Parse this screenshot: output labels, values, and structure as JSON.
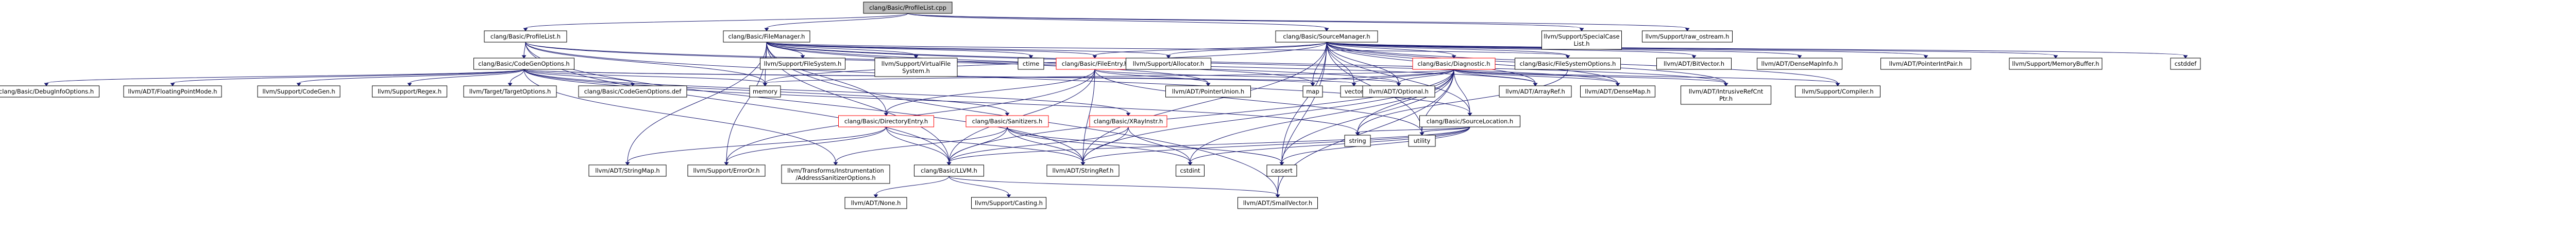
{
  "graph": {
    "colors": {
      "edge": "#191970",
      "root_fill": "#bfbfbf",
      "node_fill": "#ffffff",
      "node_border": "#000000",
      "transitive_border": "#ff0000"
    },
    "nodes": [
      {
        "id": "root",
        "label": [
          "clang/Basic/ProfileList.cpp"
        ],
        "kind": "root"
      },
      {
        "id": "profilelist_h",
        "label": [
          "clang/Basic/ProfileList.h"
        ]
      },
      {
        "id": "filemanager",
        "label": [
          "clang/Basic/FileManager.h"
        ]
      },
      {
        "id": "sourcemanager",
        "label": [
          "clang/Basic/SourceManager.h"
        ]
      },
      {
        "id": "speccaselist",
        "label": [
          "llvm/Support/SpecialCase",
          "List.h"
        ]
      },
      {
        "id": "rawostream",
        "label": [
          "llvm/Support/raw_ostream.h"
        ]
      },
      {
        "id": "codegenopts",
        "label": [
          "clang/Basic/CodeGenOptions.h"
        ]
      },
      {
        "id": "fsystem",
        "label": [
          "llvm/Support/FileSystem.h"
        ]
      },
      {
        "id": "vfs",
        "label": [
          "llvm/Support/VirtualFile",
          "System.h"
        ]
      },
      {
        "id": "ctime",
        "label": [
          "ctime"
        ]
      },
      {
        "id": "fileentry",
        "label": [
          "clang/Basic/FileEntry.h"
        ],
        "kind": "transitive"
      },
      {
        "id": "allocator",
        "label": [
          "llvm/Support/Allocator.h"
        ]
      },
      {
        "id": "diagnostic",
        "label": [
          "clang/Basic/Diagnostic.h"
        ],
        "kind": "transitive"
      },
      {
        "id": "fsoptions",
        "label": [
          "clang/Basic/FileSystemOptions.h"
        ]
      },
      {
        "id": "bitvector",
        "label": [
          "llvm/ADT/BitVector.h"
        ]
      },
      {
        "id": "densemapinfo",
        "label": [
          "llvm/ADT/DenseMapInfo.h"
        ]
      },
      {
        "id": "pointerintpair",
        "label": [
          "llvm/ADT/PointerIntPair.h"
        ]
      },
      {
        "id": "memorybuffer",
        "label": [
          "llvm/Support/MemoryBuffer.h"
        ]
      },
      {
        "id": "cstddef",
        "label": [
          "cstddef"
        ]
      },
      {
        "id": "debuginfo",
        "label": [
          "clang/Basic/DebugInfoOptions.h"
        ]
      },
      {
        "id": "floatmode",
        "label": [
          "llvm/ADT/FloatingPointMode.h"
        ]
      },
      {
        "id": "codegen",
        "label": [
          "llvm/Support/CodeGen.h"
        ]
      },
      {
        "id": "regex",
        "label": [
          "llvm/Support/Regex.h"
        ]
      },
      {
        "id": "targetoptions",
        "label": [
          "llvm/Target/TargetOptions.h"
        ]
      },
      {
        "id": "codegendef",
        "label": [
          "clang/Basic/CodeGenOptions.def"
        ]
      },
      {
        "id": "memory",
        "label": [
          "memory"
        ]
      },
      {
        "id": "direntry",
        "label": [
          "clang/Basic/DirectoryEntry.h"
        ],
        "kind": "transitive"
      },
      {
        "id": "sanitizers",
        "label": [
          "clang/Basic/Sanitizers.h"
        ],
        "kind": "transitive"
      },
      {
        "id": "xrayinstr",
        "label": [
          "clang/Basic/XRayInstr.h"
        ],
        "kind": "transitive"
      },
      {
        "id": "pointerunion",
        "label": [
          "llvm/ADT/PointerUnion.h"
        ]
      },
      {
        "id": "map",
        "label": [
          "map"
        ]
      },
      {
        "id": "vector",
        "label": [
          "vector"
        ]
      },
      {
        "id": "optional",
        "label": [
          "llvm/ADT/Optional.h"
        ]
      },
      {
        "id": "sourcelocation",
        "label": [
          "clang/Basic/SourceLocation.h"
        ]
      },
      {
        "id": "arrayref",
        "label": [
          "llvm/ADT/ArrayRef.h"
        ]
      },
      {
        "id": "densemap",
        "label": [
          "llvm/ADT/DenseMap.h"
        ]
      },
      {
        "id": "intrusiverefcnt",
        "label": [
          "llvm/ADT/IntrusiveRefCnt",
          "Ptr.h"
        ]
      },
      {
        "id": "compiler",
        "label": [
          "llvm/Support/Compiler.h"
        ]
      },
      {
        "id": "stringmap",
        "label": [
          "llvm/ADT/StringMap.h"
        ]
      },
      {
        "id": "erroror",
        "label": [
          "llvm/Support/ErrorOr.h"
        ]
      },
      {
        "id": "asansan",
        "label": [
          "llvm/Transforms/Instrumentation",
          "/AddressSanitizerOptions.h"
        ]
      },
      {
        "id": "llvmh",
        "label": [
          "clang/Basic/LLVM.h"
        ]
      },
      {
        "id": "stringref",
        "label": [
          "llvm/ADT/StringRef.h"
        ]
      },
      {
        "id": "cstdint",
        "label": [
          "cstdint"
        ]
      },
      {
        "id": "cassert",
        "label": [
          "cassert"
        ]
      },
      {
        "id": "string",
        "label": [
          "string"
        ]
      },
      {
        "id": "utility",
        "label": [
          "utility"
        ]
      },
      {
        "id": "none",
        "label": [
          "llvm/ADT/None.h"
        ]
      },
      {
        "id": "casting",
        "label": [
          "llvm/Support/Casting.h"
        ]
      },
      {
        "id": "smallvector",
        "label": [
          "llvm/ADT/SmallVector.h"
        ]
      }
    ]
  }
}
